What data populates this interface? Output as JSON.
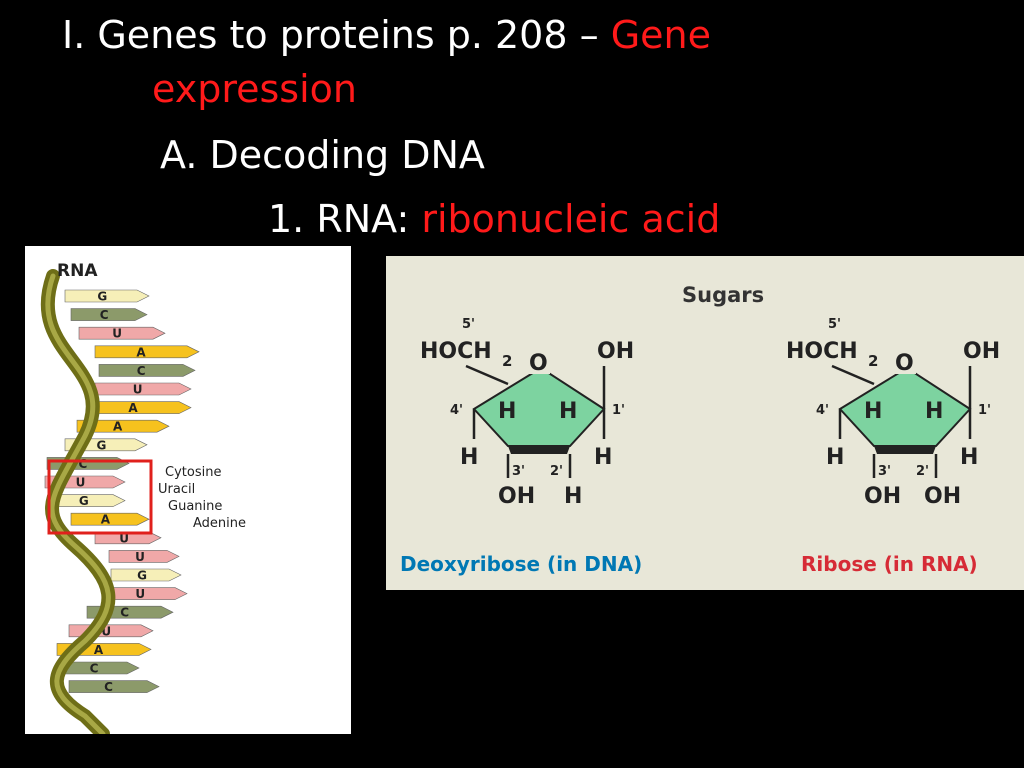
{
  "slide": {
    "heading_1_prefix": "I. Genes to proteins p. 208 – ",
    "heading_1_highlight_line1": "Gene",
    "heading_1_highlight_line2": "expression",
    "heading_2": "A. Decoding DNA",
    "heading_3_prefix": "1. RNA: ",
    "heading_3_highlight": "ribonucleic acid"
  },
  "colors": {
    "background": "#000000",
    "text": "#ffffff",
    "highlight": "#ff1a1a",
    "box": "#e0201c",
    "helix": "#7a7a1e",
    "ribbon": "#0078b4",
    "ribose_label": "#d62b36",
    "ring": "#7dd3a0"
  },
  "rna_figure": {
    "title": "RNA",
    "bases": [
      "G",
      "C",
      "U",
      "A",
      "C",
      "U",
      "A",
      "A",
      "G",
      "C",
      "U",
      "G",
      "A",
      "U",
      "U",
      "G",
      "U",
      "C",
      "U",
      "A",
      "C",
      "C"
    ],
    "legend": [
      "Cytosine",
      "Uracil",
      "Guanine",
      "Adenine"
    ]
  },
  "sugars_figure": {
    "title": "Sugars",
    "deoxyribose": {
      "label": "Deoxyribose (in DNA)",
      "c5_group": "HOCH",
      "sub2": "2",
      "c5_num": "5'",
      "ring_o": "O",
      "c1_group": "OH",
      "c4_num": "4'",
      "c1_num": "1'",
      "c4_h": "H",
      "c1_h": "H",
      "ring_h_left": "H",
      "ring_h_right": "H",
      "c3_num": "3'",
      "c2_num": "2'",
      "c3_group": "OH",
      "c2_group": "H"
    },
    "ribose": {
      "label": "Ribose (in RNA)",
      "c5_group": "HOCH",
      "sub2": "2",
      "c5_num": "5'",
      "ring_o": "O",
      "c1_group": "OH",
      "c4_num": "4'",
      "c1_num": "1'",
      "c4_h": "H",
      "c1_h": "H",
      "ring_h_left": "H",
      "ring_h_right": "H",
      "c3_num": "3'",
      "c2_num": "2'",
      "c3_group": "OH",
      "c2_group": "OH"
    }
  }
}
